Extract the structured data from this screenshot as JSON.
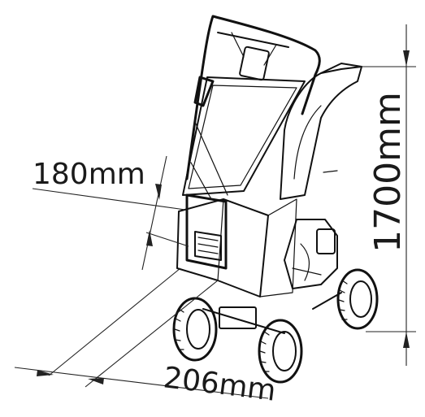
{
  "dimensions": {
    "height_label": "1700mm",
    "width_label": "206mm",
    "opening_label": "180mm"
  }
}
